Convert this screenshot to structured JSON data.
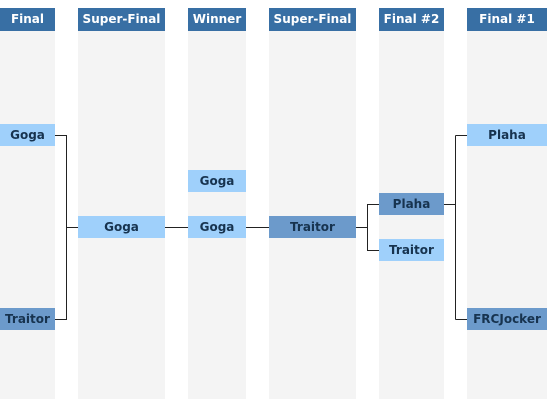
{
  "columns": [
    {
      "id": "final",
      "header": "Final"
    },
    {
      "id": "super_final_left",
      "header": "Super-Final"
    },
    {
      "id": "winner",
      "header": "Winner"
    },
    {
      "id": "super_final_right",
      "header": "Super-Final"
    },
    {
      "id": "final_2",
      "header": "Final #2"
    },
    {
      "id": "final_1",
      "header": "Final #1"
    }
  ],
  "bracket": {
    "final": {
      "top_player": "Goga",
      "bottom_player": "Traitor"
    },
    "super_final_left": {
      "player": "Goga"
    },
    "winner": {
      "top_player": "Goga",
      "center_player": "Goga"
    },
    "super_final_right": {
      "player": "Traitor"
    },
    "final_2": {
      "top_player": "Plaha",
      "bottom_player": "Traitor"
    },
    "final_1": {
      "top_player": "Plaha",
      "bottom_player": "FRCJocker"
    }
  },
  "colors": {
    "header_bg": "#386fa4",
    "column_bg": "#f4f4f4",
    "box_light": "#9fd0fb",
    "box_dark": "#6c9acb",
    "text_dark": "#17334f",
    "line": "#333333"
  }
}
